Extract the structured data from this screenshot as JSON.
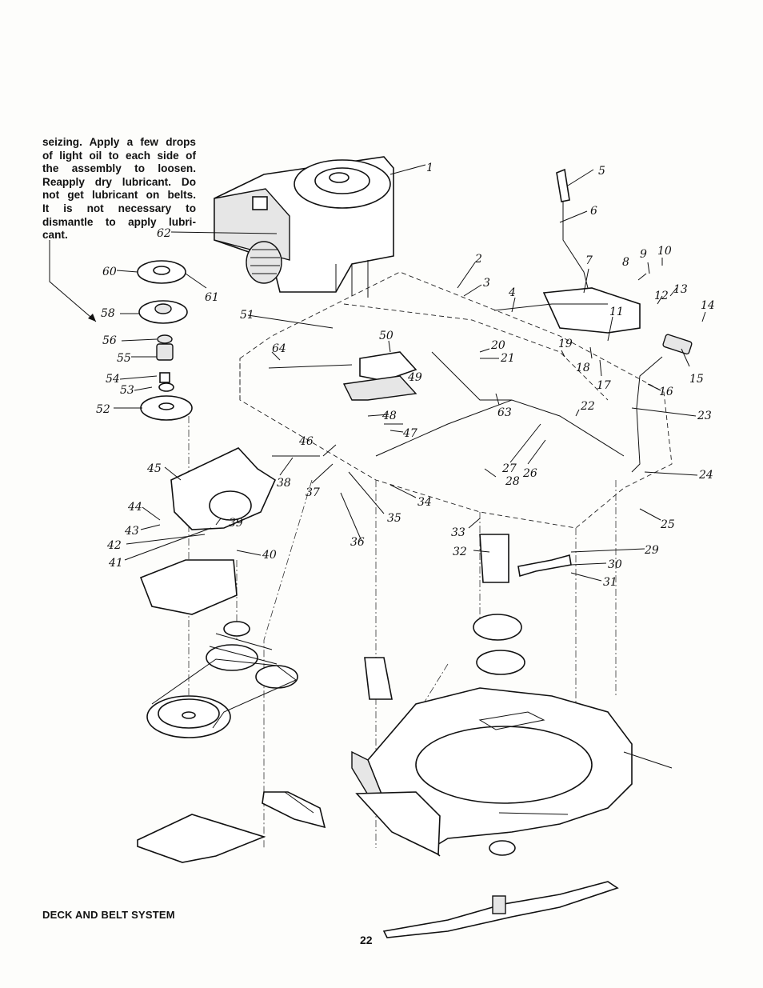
{
  "intro_lines": [
    "seizing. Apply a few drops",
    "of light oil to each side of",
    "the assembly to loosen.",
    "Reapply dry lubricant. Do",
    "not get lubricant on belts.",
    "It is not necessary to",
    "dismantle to apply lubri-",
    "cant."
  ],
  "caption": "DECK AND BELT SYSTEM",
  "page_number": "22",
  "callouts": [
    "1",
    "2",
    "3",
    "4",
    "5",
    "6",
    "7",
    "8",
    "9",
    "10",
    "12",
    "13",
    "14",
    "11",
    "15",
    "16",
    "17",
    "18",
    "19",
    "20",
    "21",
    "22",
    "23",
    "24",
    "25",
    "26",
    "27",
    "28",
    "29",
    "30",
    "31",
    "32",
    "33",
    "34",
    "35",
    "36",
    "37",
    "38",
    "39",
    "40",
    "41",
    "42",
    "43",
    "44",
    "45",
    "46",
    "47",
    "48",
    "49",
    "50",
    "51",
    "52",
    "53",
    "54",
    "55",
    "56",
    "58",
    "60",
    "61",
    "62",
    "63",
    "64"
  ]
}
